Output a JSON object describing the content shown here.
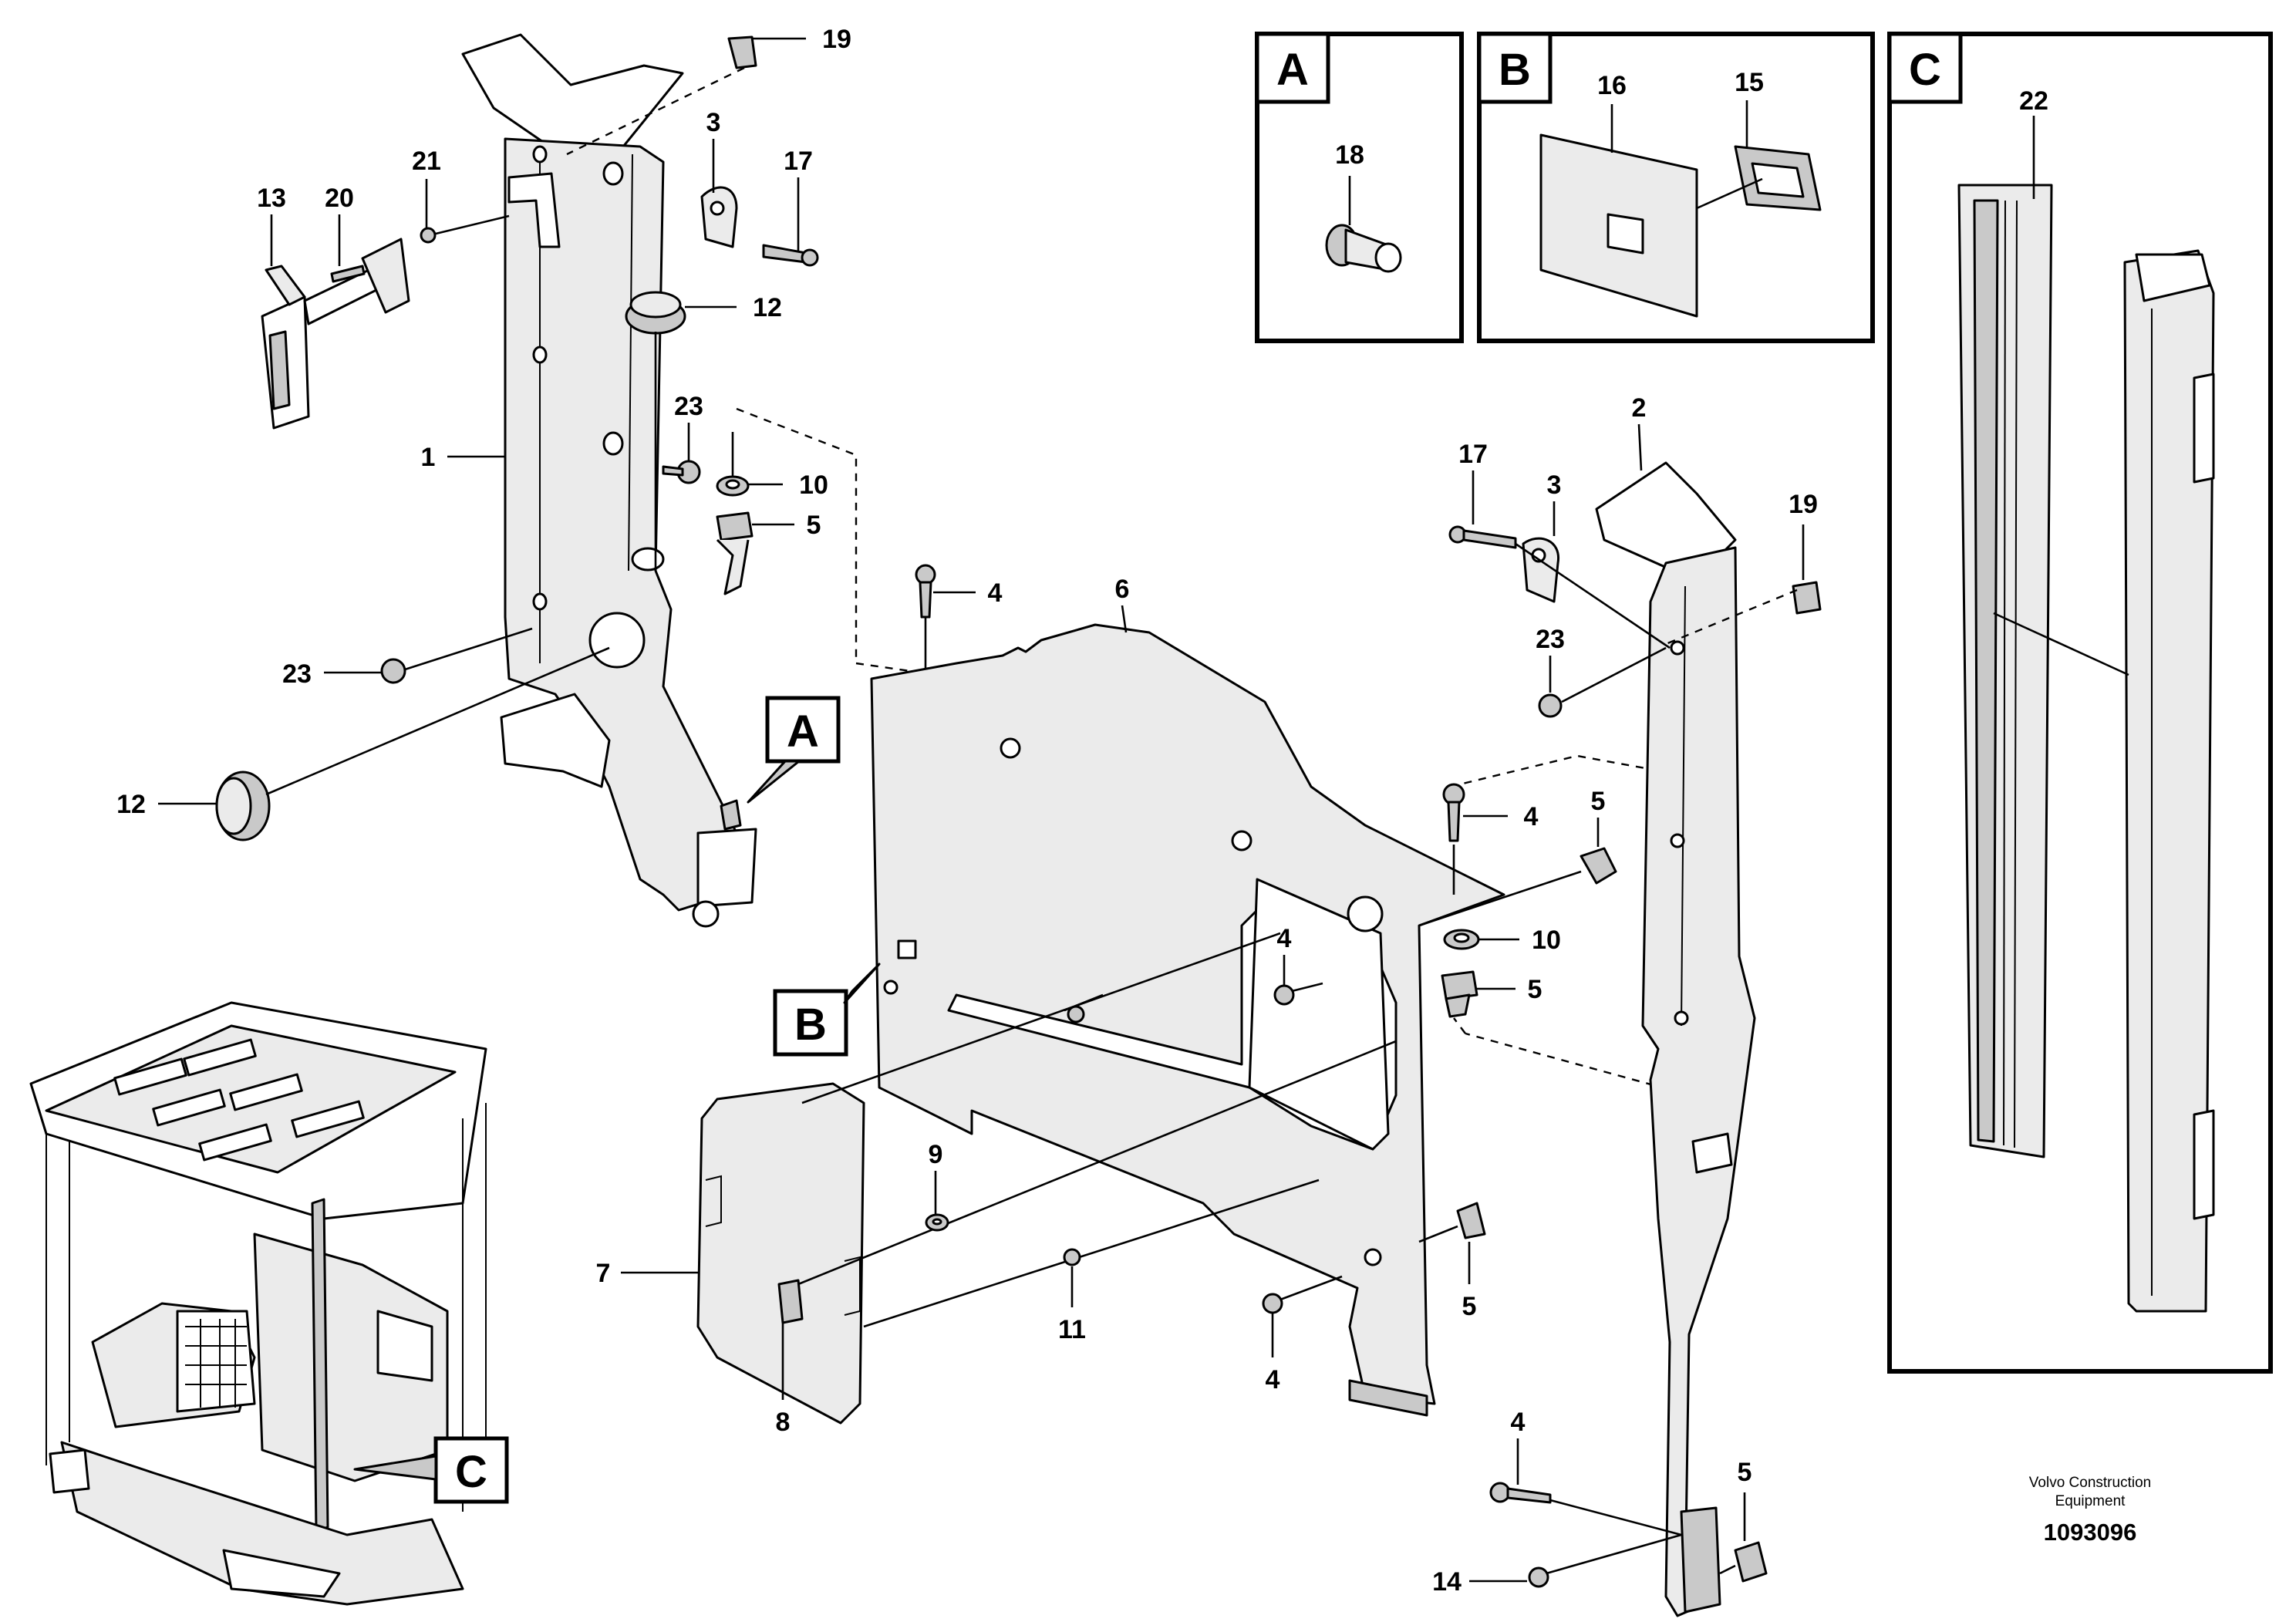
{
  "callouts": {
    "c1": "1",
    "c2": "2",
    "c3a": "3",
    "c3b": "3",
    "c4a": "4",
    "c4b": "4",
    "c4c": "4",
    "c4d": "4",
    "c4e": "4",
    "c5a": "5",
    "c5b": "5",
    "c5c": "5",
    "c5d": "5",
    "c5e": "5",
    "c6": "6",
    "c7": "7",
    "c8": "8",
    "c9": "9",
    "c10a": "10",
    "c10b": "10",
    "c11": "11",
    "c12a": "12",
    "c12b": "12",
    "c13": "13",
    "c14": "14",
    "c15": "15",
    "c16": "16",
    "c17a": "17",
    "c17b": "17",
    "c18": "18",
    "c19a": "19",
    "c19b": "19",
    "c20": "20",
    "c21": "21",
    "c22": "22",
    "c23a": "23",
    "c23b": "23",
    "c23c": "23"
  },
  "detail_labels": {
    "a_box": "A",
    "b_box": "B",
    "c_box": "C",
    "a_ref": "A",
    "b_ref": "B",
    "c_ref": "C"
  },
  "footer": {
    "line1": "Volvo Construction",
    "line2": "Equipment",
    "doc_number": "1093096"
  }
}
